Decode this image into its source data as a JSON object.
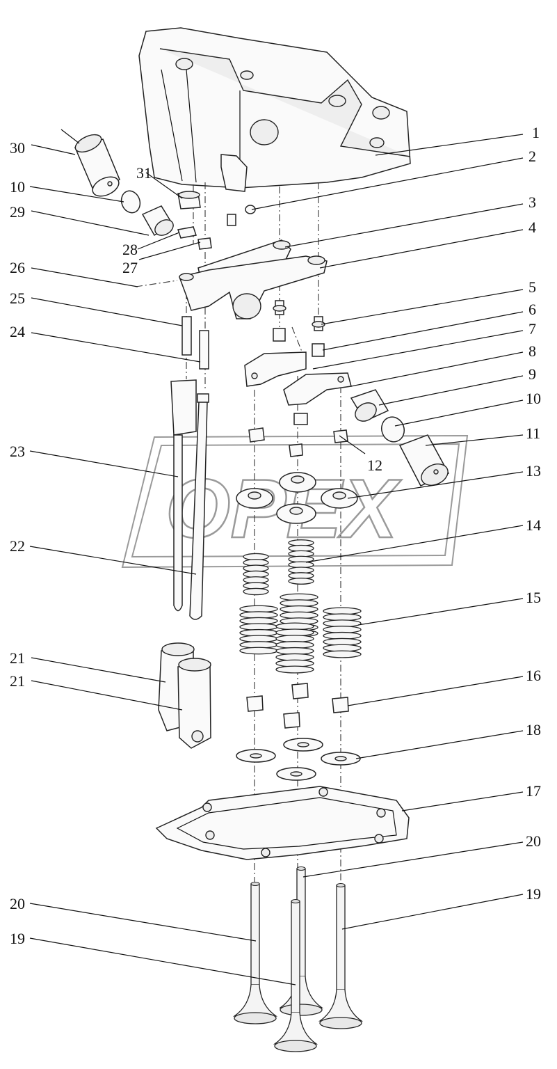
{
  "watermark": {
    "text": "OPEX"
  },
  "callouts": [
    {
      "label": "1"
    },
    {
      "label": "2"
    },
    {
      "label": "3"
    },
    {
      "label": "4"
    },
    {
      "label": "5"
    },
    {
      "label": "6"
    },
    {
      "label": "7"
    },
    {
      "label": "8"
    },
    {
      "label": "9"
    },
    {
      "label": "10"
    },
    {
      "label": "11"
    },
    {
      "label": "12"
    },
    {
      "label": "13"
    },
    {
      "label": "14"
    },
    {
      "label": "15"
    },
    {
      "label": "16"
    },
    {
      "label": "18"
    },
    {
      "label": "17"
    },
    {
      "label": "20"
    },
    {
      "label": "19"
    },
    {
      "label": "30"
    },
    {
      "label": "31"
    },
    {
      "label": "10"
    },
    {
      "label": "29"
    },
    {
      "label": "28"
    },
    {
      "label": "27"
    },
    {
      "label": "26"
    },
    {
      "label": "25"
    },
    {
      "label": "24"
    },
    {
      "label": "23"
    },
    {
      "label": "22"
    },
    {
      "label": "21"
    },
    {
      "label": "21"
    },
    {
      "label": "20"
    },
    {
      "label": "19"
    }
  ]
}
